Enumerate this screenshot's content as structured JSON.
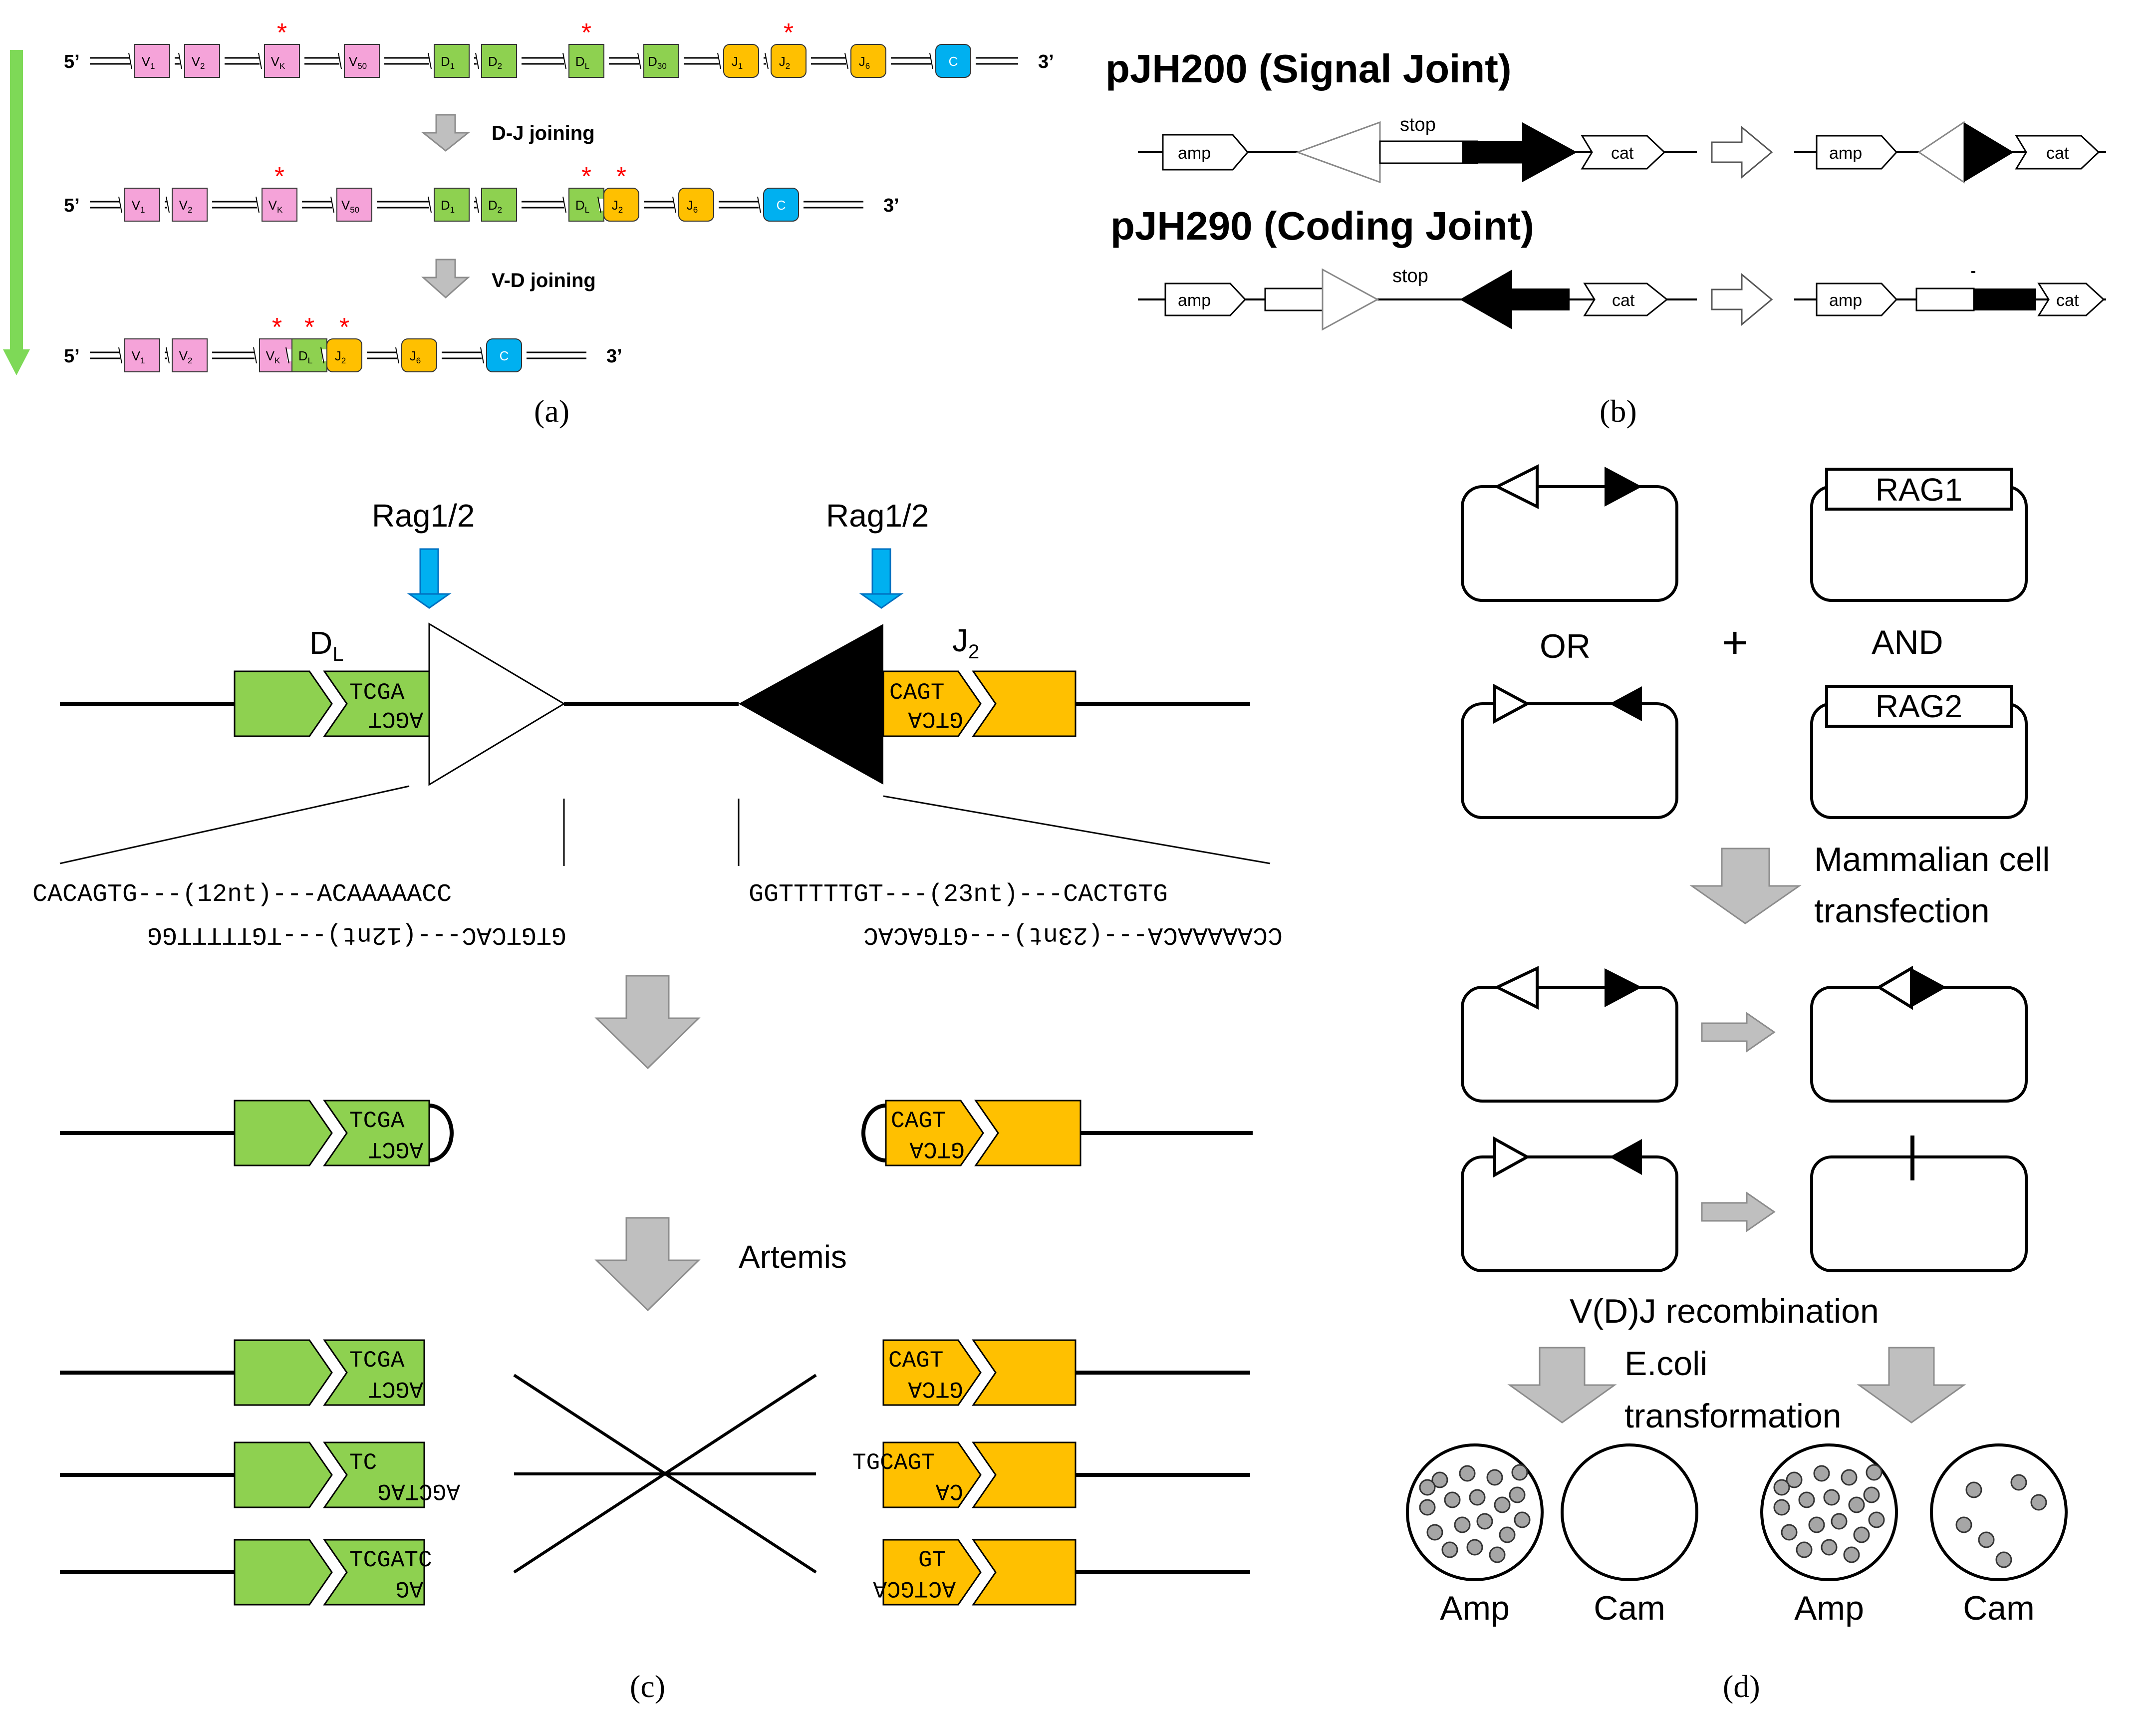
{
  "colors": {
    "v": "#f5a3d9",
    "d": "#8ed150",
    "j": "#ffc000",
    "c": "#00b0f0",
    "star": "#ff0000",
    "arrow_gray": "#bfbfbf",
    "rag_arrow": "#00b0f0",
    "green_arrow": "#7ed957"
  },
  "panel_a": {
    "label": "(a)",
    "end5": "5’",
    "end3": "3’",
    "step1_label": "D-J joining",
    "step2_label": "V-D joining",
    "segments_row1": [
      {
        "type": "v",
        "label": "V",
        "sub": "1"
      },
      {
        "type": "v",
        "label": "V",
        "sub": "2"
      },
      {
        "type": "v",
        "label": "V",
        "sub": "K"
      },
      {
        "type": "v",
        "label": "V",
        "sub": "50"
      },
      {
        "type": "d",
        "label": "D",
        "sub": "1"
      },
      {
        "type": "d",
        "label": "D",
        "sub": "2"
      },
      {
        "type": "d",
        "label": "D",
        "sub": "L"
      },
      {
        "type": "d",
        "label": "D",
        "sub": "30"
      },
      {
        "type": "j",
        "label": "J",
        "sub": "1"
      },
      {
        "type": "j",
        "label": "J",
        "sub": "2"
      },
      {
        "type": "j",
        "label": "J",
        "sub": "6"
      },
      {
        "type": "c",
        "label": "C",
        "sub": ""
      }
    ],
    "segments_row2": [
      {
        "type": "v",
        "label": "V",
        "sub": "1"
      },
      {
        "type": "v",
        "label": "V",
        "sub": "2"
      },
      {
        "type": "v",
        "label": "V",
        "sub": "K"
      },
      {
        "type": "v",
        "label": "V",
        "sub": "50"
      },
      {
        "type": "d",
        "label": "D",
        "sub": "1"
      },
      {
        "type": "d",
        "label": "D",
        "sub": "2"
      },
      {
        "type": "d",
        "label": "D",
        "sub": "L"
      },
      {
        "type": "j",
        "label": "J",
        "sub": "2"
      },
      {
        "type": "j",
        "label": "J",
        "sub": "6"
      },
      {
        "type": "c",
        "label": "C",
        "sub": ""
      }
    ],
    "segments_row3": [
      {
        "type": "v",
        "label": "V",
        "sub": "1"
      },
      {
        "type": "v",
        "label": "V",
        "sub": "2"
      },
      {
        "type": "v",
        "label": "V",
        "sub": "K"
      },
      {
        "type": "d",
        "label": "D",
        "sub": "L"
      },
      {
        "type": "j",
        "label": "J",
        "sub": "2"
      },
      {
        "type": "j",
        "label": "J",
        "sub": "6"
      },
      {
        "type": "c",
        "label": "C",
        "sub": ""
      }
    ],
    "star": "*"
  },
  "panel_b": {
    "label": "(b)",
    "title1": "pJH200  (Signal Joint)",
    "title2": "pJH290 (Coding Joint)",
    "amp": "amp",
    "cat": "cat",
    "stop": "stop"
  },
  "panel_c": {
    "label": "(c)",
    "rag": "Rag1/2",
    "dl": "D",
    "dl_sub": "L",
    "j2": "J",
    "j2_sub": "2",
    "tcga": "TCGA",
    "agct_flipped": "AGCT",
    "cagt": "CAGT",
    "gtca_flipped": "GTCA",
    "seq_left_top": "CACAGTG---(12nt)---ACAAAAACC",
    "seq_left_bottom": "GTGTCAC---(12nt)---TGTTTTTGG",
    "seq_right_top": "GGTTTTTGT---(23nt)---CACTGTG",
    "seq_right_bottom": "CCAAAAACA---(23nt)---GTGACAC",
    "artemis": "Artemis",
    "row2_left_top": "TC",
    "row2_left_bottom": "AGCTAG",
    "row2_right_top": "TGCAGT",
    "row2_right_bottom": "CA",
    "row3_left_top": "TCGATC",
    "row3_left_bottom": "AG",
    "row3_right_top": "GT",
    "row3_right_bottom": "ACTGCA"
  },
  "panel_d": {
    "label": "(d)",
    "rag1": "RAG1",
    "rag2": "RAG2",
    "or": "OR",
    "and": "AND",
    "plus": "+",
    "transfection": [
      "Mammalian cell",
      "transfection"
    ],
    "vdj": "V(D)J recombination",
    "ecoli": [
      "E.coli",
      "transformation"
    ],
    "amp": "Amp",
    "cam": "Cam"
  }
}
